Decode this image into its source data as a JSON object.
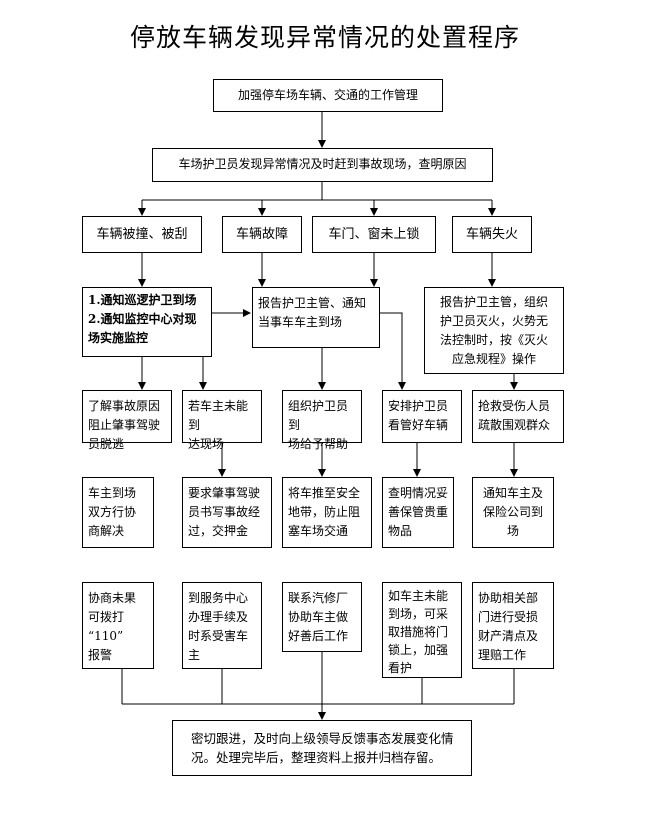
{
  "title": "停放车辆发现异常情况的处置程序",
  "nodes": {
    "top": "加强停车场车辆、交通的工作管理",
    "discover": "车场护卫员发现异常情况及时赶到事故现场，查明原因",
    "cat_scratch": "车辆被撞、被刮",
    "cat_fault": "车辆故障",
    "cat_unlocked": "车门、窗未上锁",
    "cat_fire": "车辆失火",
    "notify_patrol": "1.通知巡逻护卫到场\n2.通知监控中心对现\n  场实施监控",
    "report_owner": "报告护卫主管、通知\n当事车车主到场",
    "report_fire": "报告护卫主管，组织\n护卫员灭火，火势无\n法控制时，按《灭火\n应急规程》操作",
    "investigate": "了解事故原因\n阻止肇事驾驶\n员脱逃",
    "owner_absent": "若车主未能到\n达现场",
    "organize_help": "组织护卫员到\n场给予帮助",
    "guard_vehicle": "安排护卫员\n看管好车辆",
    "rescue": "抢救受伤人员\n疏散围观群众",
    "negotiate": "车主到场\n双方行协\n商解决",
    "require_report": "要求肇事驾驶\n员书写事故经\n过，交押金",
    "push_safe": "将车推至安全\n地带，防止阻\n塞车场交通",
    "check_valuables": "查明情况妥\n善保管贵重\n物品",
    "notify_insurance": "通知车主及\n保险公司到\n场",
    "call_110": "协商未果\n可拨打\n“110”\n报警",
    "service_center": "到服务中心\n办理手续及\n时系受害车\n主",
    "contact_repair": "联系汽修厂\n协助车主做\n好善后工作",
    "owner_absent_lock": "如车主未能\n到场，可采\n取措施将门\n锁上，加强\n看护",
    "assist_claims": "协助相关部\n门进行受损\n财产清点及\n理赔工作",
    "final": "密切跟进，及时向上级领导反馈事态发展变化情\n况。处理完毕后，整理资料上报并归档存留。"
  }
}
